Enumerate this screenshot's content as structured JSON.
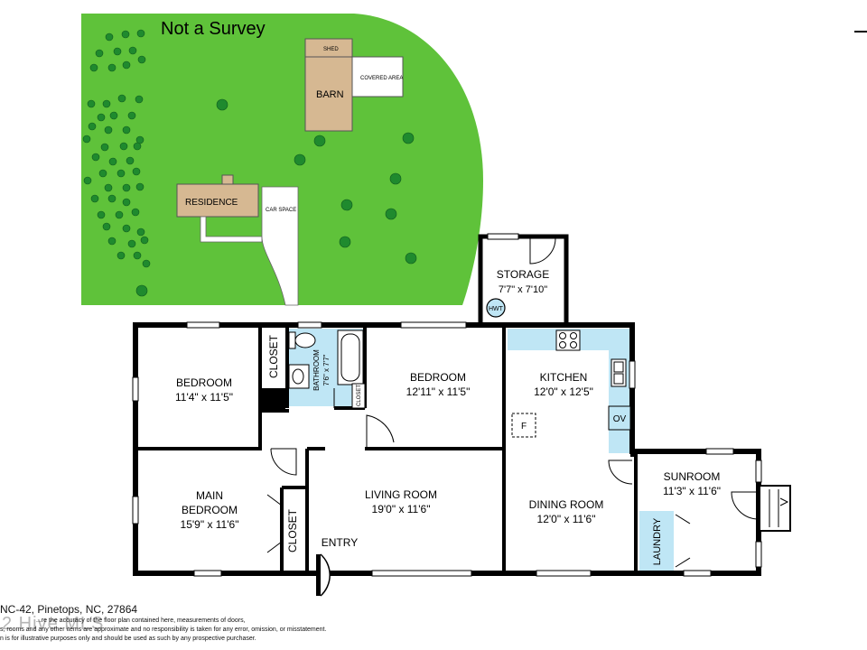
{
  "site": {
    "title": "Not a Survey",
    "shed": "SHED",
    "barn": "BARN",
    "covered_area": "COVERED AREA",
    "residence": "RESIDENCE",
    "car_space": "CAR SPACE",
    "lawn_color": "#5fc23a",
    "tree_color": "#1f8a2e",
    "building_color": "#d6b892"
  },
  "rooms": {
    "storage": {
      "name": "STORAGE",
      "dims": "7'7\" x 7'10\"",
      "fixture": "HWT"
    },
    "bedroom1": {
      "name": "BEDROOM",
      "dims": "11'4\" x 11'5\""
    },
    "closet1": "CLOSET",
    "bathroom": {
      "name": "BATHROOM",
      "dims": "7'6\" x 7'7\""
    },
    "closet2": "CLOSET",
    "bedroom2": {
      "name": "BEDROOM",
      "dims": "12'11\" x 11'5\""
    },
    "kitchen": {
      "name": "KITCHEN",
      "dims": "12'0\" x 12'5\"",
      "oven": "OV",
      "fridge": "F"
    },
    "main_bedroom": {
      "name_line1": "MAIN",
      "name_line2": "BEDROOM",
      "dims": "15'9\" x 11'6\""
    },
    "closet3": "CLOSET",
    "living_room": {
      "name": "LIVING ROOM",
      "dims": "19'0\" x 11'6\""
    },
    "dining_room": {
      "name": "DINING ROOM",
      "dims": "12'0\" x 11'6\""
    },
    "sunroom": {
      "name": "SUNROOM",
      "dims": "11'3\" x 11'6\""
    },
    "laundry": "LAUNDRY",
    "entry": "ENTRY",
    "wet_color": "#bfe6f5"
  },
  "footer": {
    "address": "NC-42, Pinetops, NC, 27864",
    "watermark": "2 Hive MLS",
    "disclaimer_1": "...re the accuracy of the floor plan contained here, measurements of doors,",
    "disclaimer_2": "s, rooms and any other items are approximate and no responsibility is taken for any error, omission, or misstatement.",
    "disclaimer_3": "n is for illustrative purposes only and should be used as such by any prospective purchaser."
  }
}
